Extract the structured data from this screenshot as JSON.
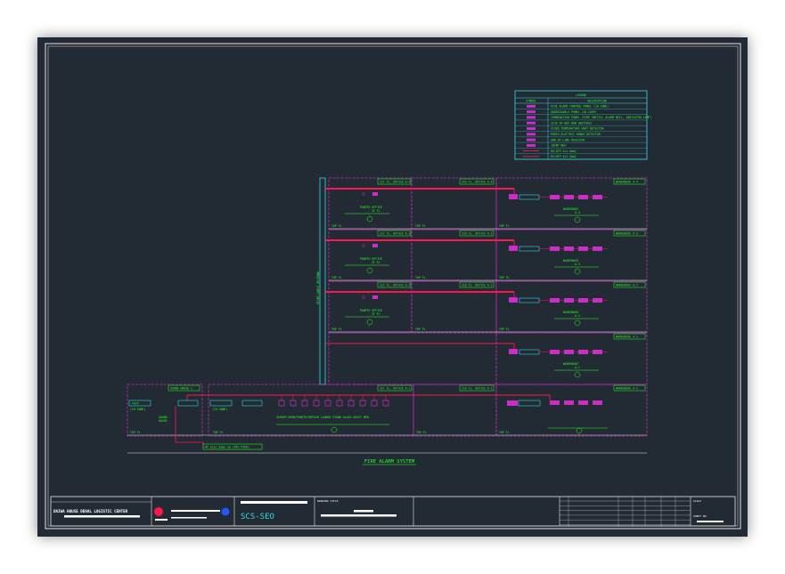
{
  "title": "FIRE ALARM SYSTEM",
  "legend": {
    "heading": "LEGEND",
    "col_symbol": "SYMBOL",
    "col_desc": "DESCRIPTION",
    "rows": [
      "FIRE ALARM CONTROL PANEL (10 ZONE)",
      "ADDRESSABLE PANEL (10 LOOP)",
      "COMBINATION PANEL (FIRE SWITCH, ALARM BELL, INDICATOR LAMP)",
      "SIZE OF BOX HOW SWITCHES",
      "FIXED TEMPERATURE HEAT DETECTOR",
      "PHOTO ELECTRIC SMOKE DETECTOR",
      "END OF LINE RESISTOR",
      "JOINT BOX",
      "HV/UTP 2x1.5mm2",
      "HV/UTP 4x1.5mm2"
    ]
  },
  "vertical_riser_label": "RISER CABLE UP/DOWN",
  "floors": [
    {
      "left_tag": "1st FL. OFFICE A-4",
      "mid_tag": "2nd FL. OFFICE A-4",
      "right_tag": "WAREHOUSE A-4",
      "left_name": "PANTRY OFFICE",
      "left_sub": "1F FL",
      "right_name": "WAREHOUSE",
      "right_sub": "A-4",
      "level": "TOP FL"
    },
    {
      "left_tag": "1st FL. OFFICE A-3",
      "mid_tag": "2nd FL. OFFICE A-3",
      "right_tag": "WAREHOUSE A-3",
      "left_name": "PANTRY OFFICE",
      "left_sub": "1F FL",
      "right_name": "WAREHOUSE",
      "right_sub": "A-3",
      "level": "TOP FL"
    },
    {
      "left_tag": "1st FL. OFFICE A-2",
      "mid_tag": "2nd FL. OFFICE A-2",
      "right_tag": "WAREHOUSE A-2",
      "left_name": "PANTRY OFFICE",
      "left_sub": "1F FL",
      "right_name": "WAREHOUSE",
      "right_sub": "A-2",
      "level": "TOP FL"
    },
    {
      "left_tag": "",
      "mid_tag": "",
      "right_tag": "WAREHOUSE A-1",
      "left_name": "",
      "left_sub": "",
      "right_name": "WAREHOUSE",
      "right_sub": "A-1",
      "level": ""
    }
  ],
  "ground": {
    "guard_tag": "GUARD HOUSE-1",
    "office_tag": "1st FL. OFFICE A-1",
    "office_tag2": "2nd FL. OFFICE A-1",
    "warehouse_tag": "WAREHOUSE A-1",
    "facp": "FACP",
    "facp_zone": "(10 ZONE)",
    "guard_name": "GUARD",
    "guard_sub": "HOUSE",
    "acp_zone": "(10 ZONE)",
    "rooms": "SERVER ROOM/PANTRY/REPAIR   LOUNGE STAND   GLASS   GUEST   MEN",
    "level": "TOP FL",
    "cable_note": "HV 2Cx1.5mm2 x8 (PVC PIPE)"
  },
  "titleblock": {
    "company": "DAIWA HOUSE DENAL LOGISTIC CENTER",
    "logo": "SCS-SEO",
    "drawing_title_label": "DRAWING TITLE",
    "scale_label": "SCALE",
    "sheet_label": "SHEET NO."
  },
  "colors": {
    "sheet": "#222a33",
    "frame": "#e8e8e8",
    "red_line": "#ff1650",
    "magenta": "#cc2dc9",
    "green": "#2bff2b",
    "cyan": "#33d9e6"
  }
}
